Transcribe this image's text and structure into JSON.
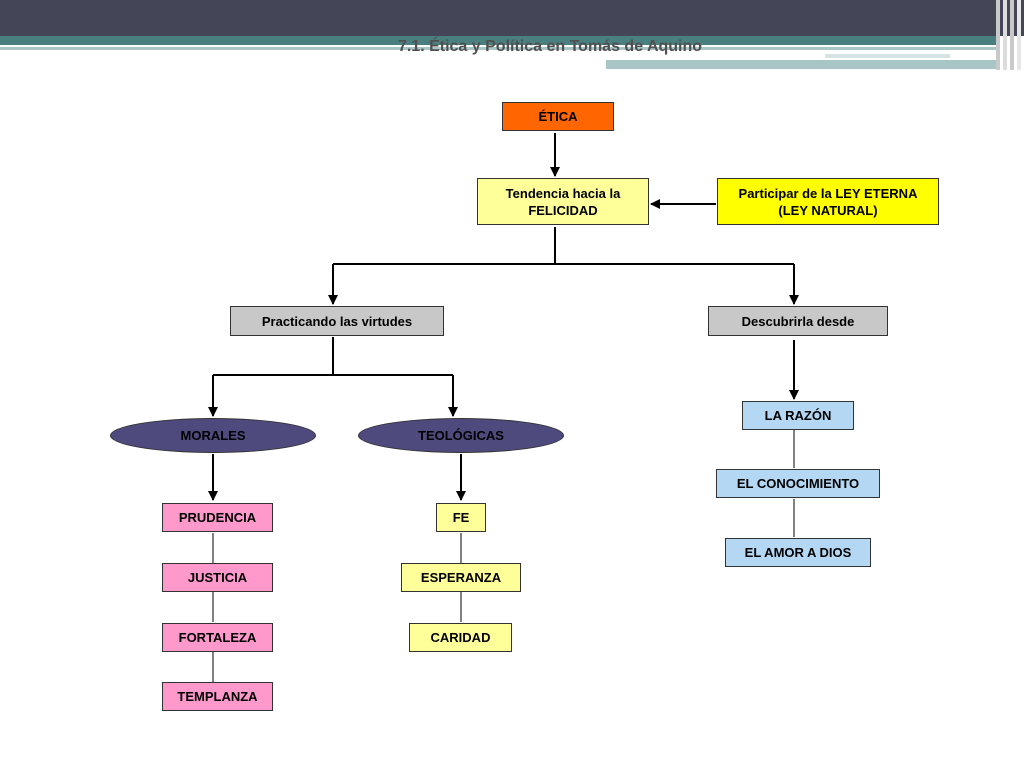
{
  "slide_title": "7.1. Ética y Política en Tomás de Aquino",
  "nodes": {
    "etica": "ÉTICA",
    "tendencia": "Tendencia hacia la\nFELICIDAD",
    "ley": "Participar de la LEY ETERNA\n(LEY NATURAL)",
    "practicando": "Practicando las virtudes",
    "descubrirla": "Descubrirla desde",
    "morales": "MORALES",
    "teologicas": "TEOLÓGICAS",
    "razon": "LA RAZÓN",
    "conocimiento": "EL CONOCIMIENTO",
    "amor": "EL AMOR A DIOS",
    "prudencia": "PRUDENCIA",
    "justicia": "JUSTICIA",
    "fortaleza": "FORTALEZA",
    "templanza": "TEMPLANZA",
    "fe": "FE",
    "esperanza": "ESPERANZA",
    "caridad": "CARIDAD"
  },
  "colors": {
    "etica": "#ff6600",
    "tendencia": "#ffff99",
    "ley": "#ffff00",
    "gray_box": "#c8c8c8",
    "ellipse": "#4e4a7e",
    "blue_box": "#b4d8f4",
    "pink_box": "#ff99cc",
    "yellow_box": "#ffff99"
  }
}
